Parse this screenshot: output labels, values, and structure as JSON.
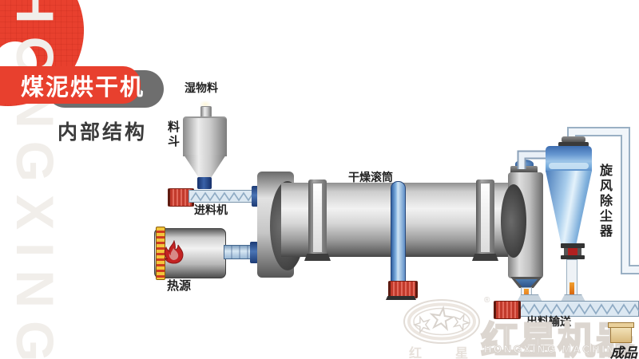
{
  "header": {
    "title": "煤泥烘干机",
    "subtitle": "内部结构"
  },
  "labels": {
    "wet_material": "湿物料",
    "hopper": "料斗",
    "feeder": "进料机",
    "heat_source": "热源",
    "drying_drum": "干燥滚筒",
    "cyclone_dust_collector": "旋风除尘器",
    "discharge_conveyor": "出料输送",
    "finished_product": "成品"
  },
  "watermark": {
    "side_text": "HONGXING",
    "brand_cn": "红星机器",
    "brand_en": "HONGXING MACHINE",
    "logo_char_left": "红",
    "logo_char_right": "星",
    "registered": "®"
  },
  "colors": {
    "accent_red": "#e8402e",
    "banner_gray": "#6e6e6e",
    "pipe_blue": "#7fb0dc",
    "cyclone_blue": "#5588c4",
    "label_dark": "#222222",
    "watermark_gray": "#dcd6d0"
  }
}
